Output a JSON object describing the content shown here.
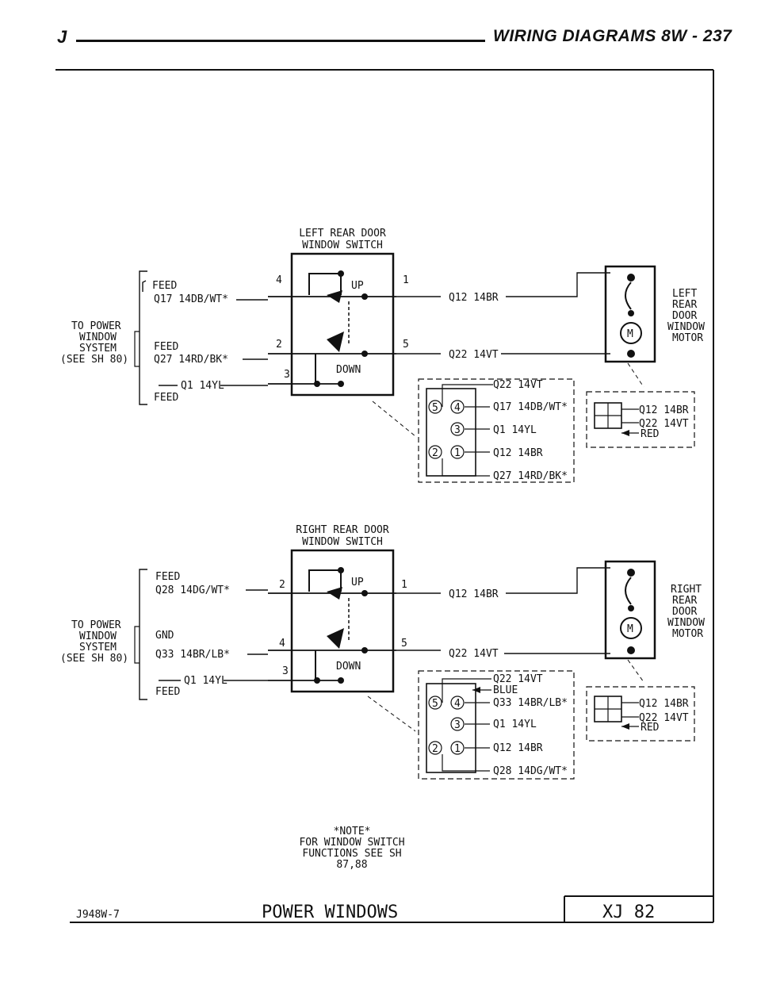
{
  "header": {
    "letter": "J",
    "title": "WIRING DIAGRAMS   8W - 237"
  },
  "footer": {
    "code": "J948W-7",
    "title": "POWER WINDOWS",
    "model": "XJ 82"
  },
  "note": {
    "l1": "*NOTE*",
    "l2": "FOR WINDOW SWITCH",
    "l3": "FUNCTIONS SEE SH",
    "l4": "87,88"
  },
  "left": {
    "switch_title": "LEFT REAR DOOR",
    "switch_title2": "WINDOW SWITCH",
    "up": "UP",
    "down": "DOWN",
    "feed1": "FEED",
    "wire1": "Q17 14DB/WT*",
    "feed2": "FEED",
    "wire2": "Q27 14RD/BK*",
    "wire3": "Q1 14YL",
    "feed3": "FEED",
    "pin_a": "4",
    "pin_b": "2",
    "pin_c": "3",
    "pin_d": "1",
    "pin_e": "5",
    "out1": "Q12 14BR",
    "out2": "Q22 14VT",
    "sys1": "TO POWER",
    "sys2": "WINDOW",
    "sys3": "SYSTEM",
    "sys4": "(SEE SH 80)",
    "motor1": "LEFT",
    "motor2": "REAR",
    "motor3": "DOOR",
    "motor4": "WINDOW",
    "motor5": "MOTOR",
    "conn_w1": "Q22 14VT",
    "conn_w2": "Q17 14DB/WT*",
    "conn_w3": "Q1 14YL",
    "conn_w4": "Q12 14BR",
    "conn_w5": "Q27 14RD/BK*",
    "mconn_w1": "Q12 14BR",
    "mconn_w2": "Q22 14VT",
    "mconn_w3": "RED"
  },
  "right": {
    "switch_title": "RIGHT REAR DOOR",
    "switch_title2": "WINDOW SWITCH",
    "up": "UP",
    "down": "DOWN",
    "feed1": "FEED",
    "wire1": "Q28 14DG/WT*",
    "feed2": "GND",
    "wire2": "Q33 14BR/LB*",
    "wire3": "Q1 14YL",
    "feed3": "FEED",
    "pin_a": "2",
    "pin_b": "4",
    "pin_c": "3",
    "pin_d": "1",
    "pin_e": "5",
    "out1": "Q12 14BR",
    "out2": "Q22 14VT",
    "sys1": "TO POWER",
    "sys2": "WINDOW",
    "sys3": "SYSTEM",
    "sys4": "(SEE SH 80)",
    "motor1": "RIGHT",
    "motor2": "REAR",
    "motor3": "DOOR",
    "motor4": "WINDOW",
    "motor5": "MOTOR",
    "conn_w1": "Q22 14VT",
    "conn_w1b": "BLUE",
    "conn_w2": "Q33 14BR/LB*",
    "conn_w3": "Q1 14YL",
    "conn_w4": "Q12 14BR",
    "conn_w5": "Q28 14DG/WT*",
    "mconn_w1": "Q12 14BR",
    "mconn_w2": "Q22 14VT",
    "mconn_w3": "RED"
  },
  "pins": {
    "p5": "5",
    "p4": "4",
    "p3": "3",
    "p2": "2",
    "p1": "1"
  },
  "motor_letter": "M"
}
